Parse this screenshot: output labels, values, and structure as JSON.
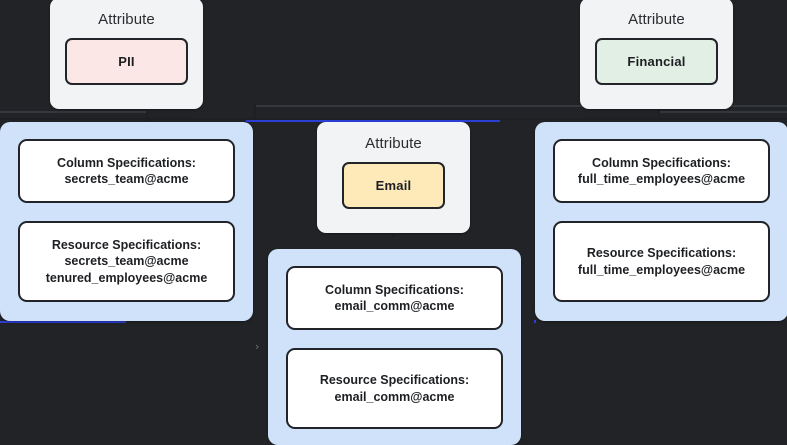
{
  "diagram": {
    "background_color": "#212327",
    "attribute_label": "Attribute",
    "colors": {
      "attribute_card": "#f2f3f4",
      "spec_group": "#cfe2f9",
      "spec_card": "#ffffff",
      "badge_pii": "#fbe8e6",
      "badge_financial": "#e2efe4",
      "badge_email": "#fdeab8",
      "edge": "#1d1f23",
      "edge_highlight": "#2b3ed6"
    },
    "attributes": [
      {
        "id": "pii",
        "title": "Attribute",
        "badge": "PII",
        "badge_color": "#fbe8e6"
      },
      {
        "id": "email",
        "title": "Attribute",
        "badge": "Email",
        "badge_color": "#fdeab8"
      },
      {
        "id": "financial",
        "title": "Attribute",
        "badge": "Financial",
        "badge_color": "#e2efe4"
      }
    ],
    "spec_groups": [
      {
        "id": "pii-specs",
        "cards": [
          {
            "id": "pii-column-spec",
            "heading": "Column Specifications:",
            "values": [
              "secrets_team@acme"
            ]
          },
          {
            "id": "pii-resource-spec",
            "heading": "Resource Specifications:",
            "values": [
              "secrets_team@acme",
              "tenured_employees@acme"
            ]
          }
        ]
      },
      {
        "id": "email-specs",
        "cards": [
          {
            "id": "email-column-spec",
            "heading": "Column Specifications:",
            "values": [
              "email_comm@acme"
            ]
          },
          {
            "id": "email-resource-spec",
            "heading": "Resource Specifications:",
            "values": [
              "email_comm@acme"
            ]
          }
        ]
      },
      {
        "id": "financial-specs",
        "cards": [
          {
            "id": "financial-column-spec",
            "heading": "Column Specifications:",
            "values": [
              "full_time_employees@acme"
            ]
          },
          {
            "id": "financial-resource-spec",
            "heading": "Resource Specifications:",
            "values": [
              "full_time_employees@acme"
            ]
          }
        ]
      }
    ],
    "chevron_marker": "›"
  }
}
